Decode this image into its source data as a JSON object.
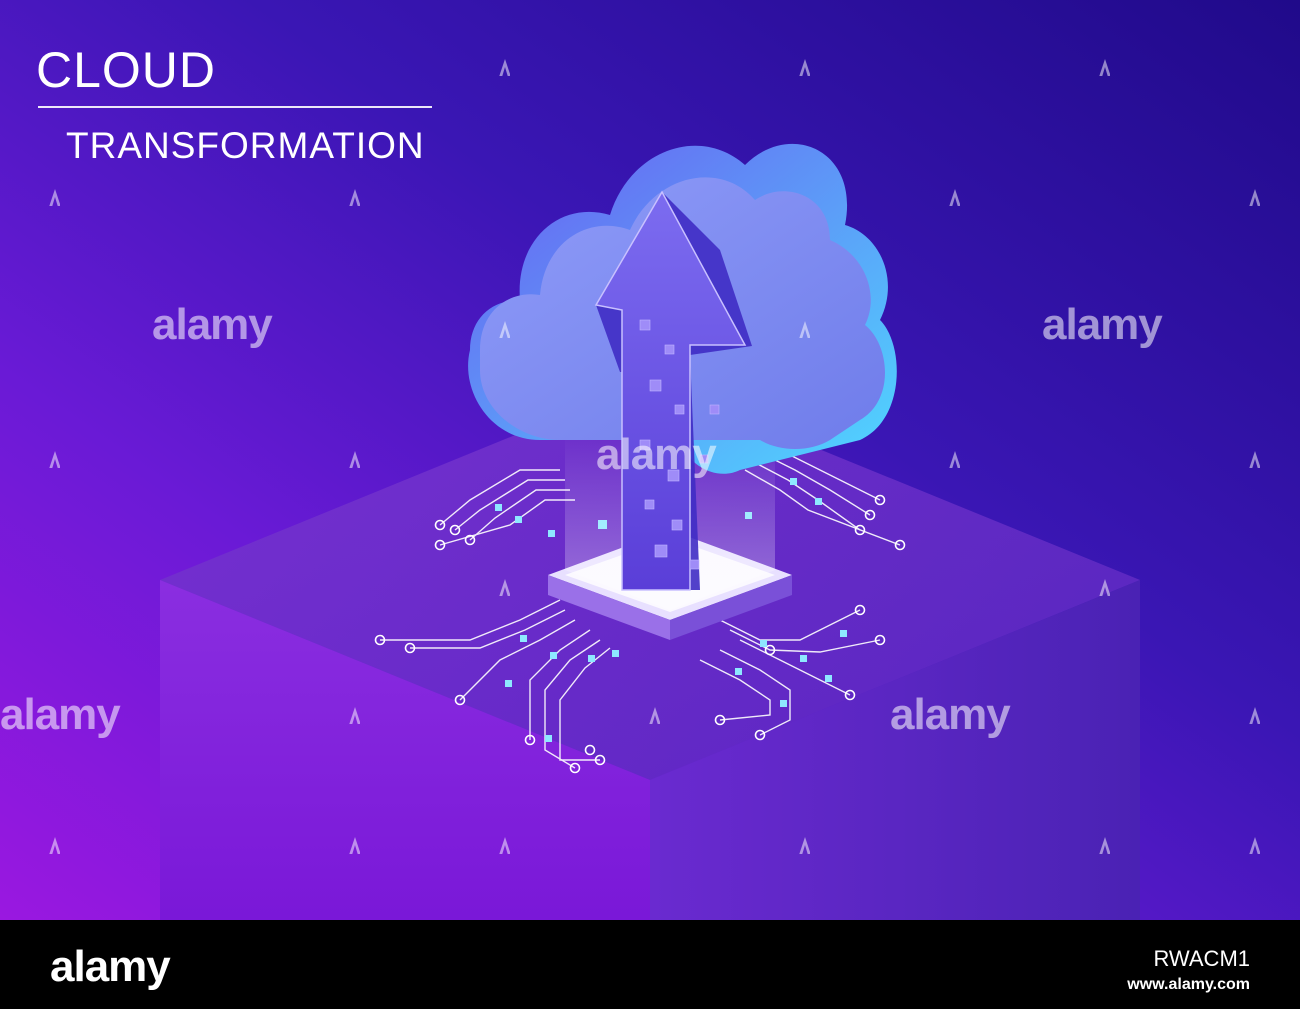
{
  "headline": {
    "title": "CLOUD",
    "subtitle": "TRANSFORMATION"
  },
  "watermark": {
    "text": "alamy",
    "icon": "alamy-a-icon"
  },
  "footer": {
    "logo": "alamy",
    "image_id": "RWACM1",
    "url": "www.alamy.com"
  },
  "colors": {
    "background_start": "#9a18e0",
    "background_end": "#200a8a",
    "cloud": "#7d8cf0",
    "cloud_edge": "#66e6ff",
    "arrow": "#6b4fe0",
    "circuit": "#ffffff",
    "node": "#8ee8ff"
  }
}
